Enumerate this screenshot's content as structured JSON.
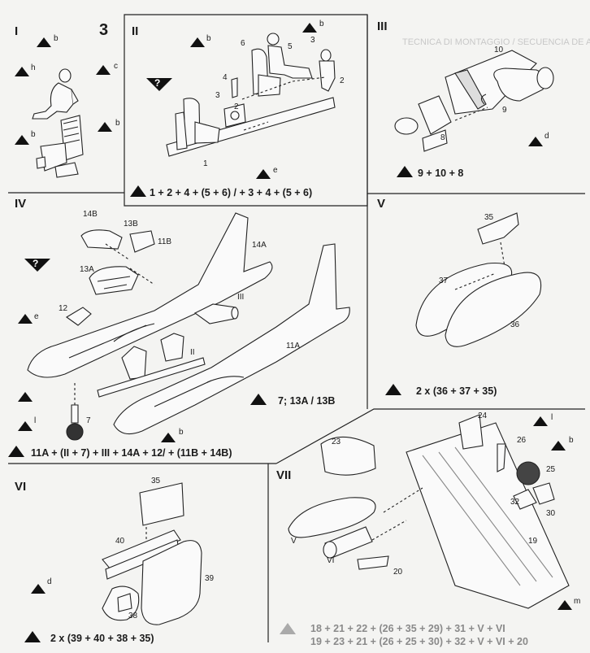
{
  "steps": {
    "I": {
      "label": "I",
      "page": "3",
      "icons": [
        "b",
        "h",
        "c",
        "b",
        "b"
      ]
    },
    "II": {
      "label": "II",
      "icons": [
        "b",
        "b",
        "e"
      ],
      "parts": [
        "6",
        "5",
        "2",
        "3",
        "4",
        "3",
        "2",
        "1"
      ],
      "sequence": "1 + 2 + 4 + (5 + 6) / + 3 + 4 + (5 + 6)"
    },
    "III": {
      "label": "III",
      "parts": [
        "10",
        "9",
        "8"
      ],
      "icon": "d",
      "sequence": "9 + 10 + 8"
    },
    "IV": {
      "label": "IV",
      "parts": [
        "14B",
        "13B",
        "11B",
        "14A",
        "13A",
        "III",
        "12",
        "II",
        "11A",
        "7"
      ],
      "icons": [
        "e",
        "l",
        "b",
        "a"
      ],
      "note": "7; 13A / 13B",
      "sequence": "11A + (II + 7) + III + 14A + 12/ + (11B + 14B)"
    },
    "V": {
      "label": "V",
      "parts": [
        "35",
        "37",
        "36"
      ],
      "sequence": "2 x (36 + 37 + 35)"
    },
    "VI": {
      "label": "VI",
      "parts": [
        "35",
        "40",
        "39",
        "38"
      ],
      "icon": "d",
      "sequence": "2 x (39 + 40 + 38 + 35)"
    },
    "VII": {
      "label": "VII",
      "parts": [
        "24",
        "23",
        "26",
        "25",
        "32",
        "30",
        "19",
        "V",
        "VI",
        "20"
      ],
      "icons": [
        "l",
        "b",
        "m"
      ],
      "sequence_1": "18 + 21 + 22 + (26 + 35 + 29) + 31 + V + VI",
      "sequence_2": "19 + 23 + 21 + (26 + 25 + 30) + 32 + V + VI + 20"
    }
  },
  "header_faint": "TECNICA DI MONTAGGIO / SECUENCIA DE ARMADO"
}
